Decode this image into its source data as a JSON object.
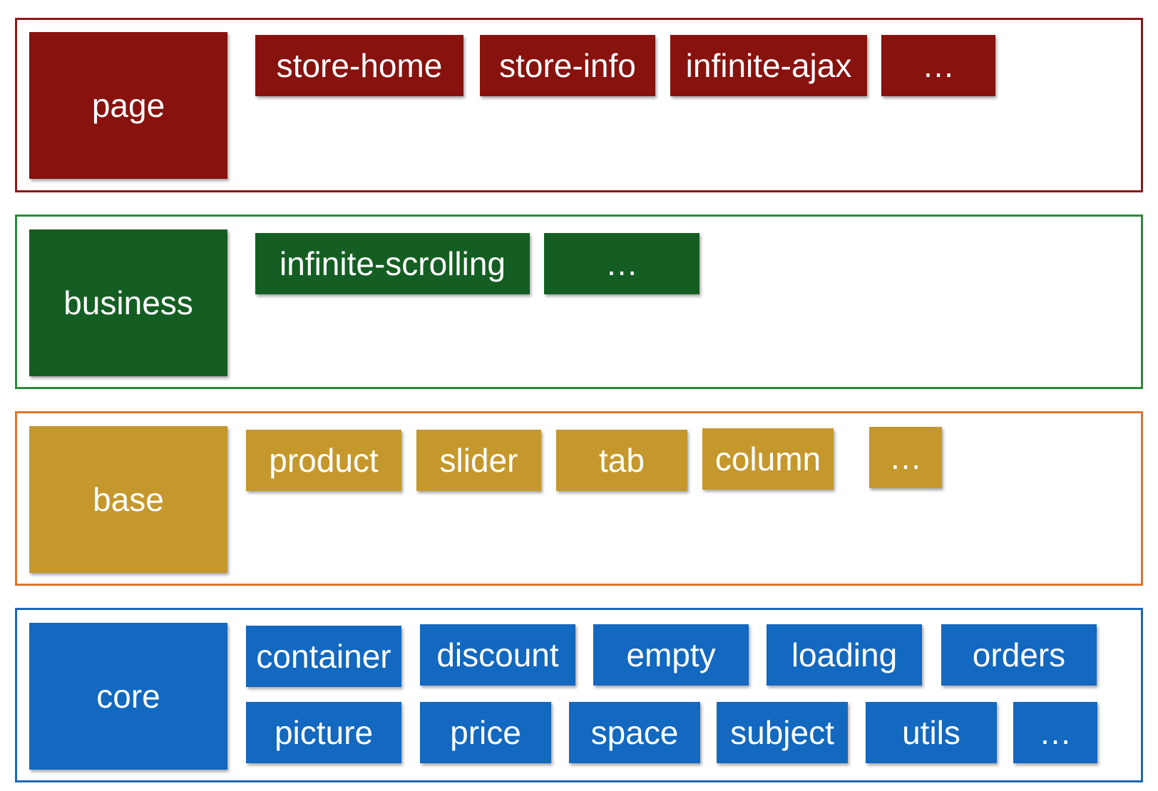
{
  "colors": {
    "page": "#87120e",
    "business": "#155e23",
    "base": "#c4982d",
    "core": "#1368bf",
    "page_border": "#8b1a17",
    "business_border": "#2a8b3a",
    "base_border": "#e0752f",
    "core_border": "#1d68b6"
  },
  "layers": {
    "page": {
      "label": "page",
      "items": [
        "store-home",
        "store-info",
        "infinite-ajax",
        "…"
      ]
    },
    "business": {
      "label": "business",
      "items": [
        "infinite-scrolling",
        "…"
      ]
    },
    "base": {
      "label": "base",
      "items": [
        "product",
        "slider",
        "tab",
        "column",
        "…"
      ]
    },
    "core": {
      "label": "core",
      "items": [
        "container",
        "discount",
        "empty",
        "loading",
        "orders",
        "picture",
        "price",
        "space",
        "subject",
        "utils",
        "…"
      ]
    }
  }
}
